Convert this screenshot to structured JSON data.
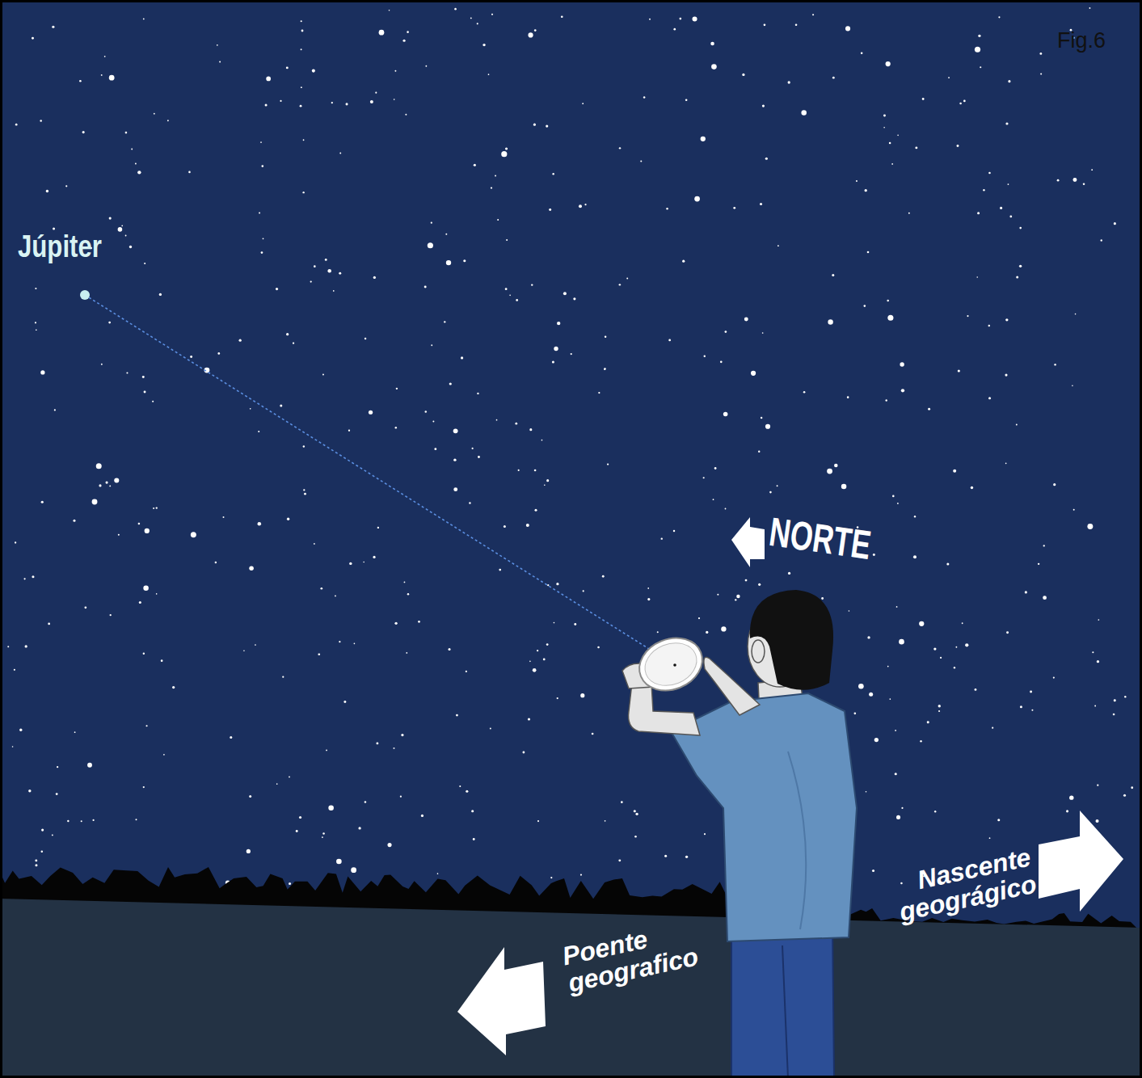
{
  "diagram": {
    "labels": [
      "Fig.6",
      "Júpiter",
      "NORTE",
      "Poente geografico",
      "Nascente geográgico"
    ]
  }
}
